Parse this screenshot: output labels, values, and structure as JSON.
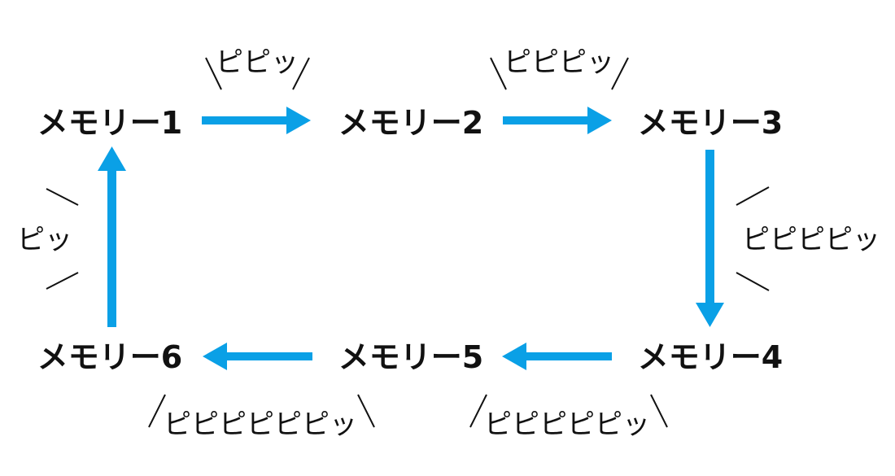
{
  "colors": {
    "arrow": "#0aa0e6",
    "text": "#111111",
    "background": "#ffffff"
  },
  "nodes": [
    "メモリー1",
    "メモリー2",
    "メモリー3",
    "メモリー4",
    "メモリー5",
    "メモリー6"
  ],
  "edges": [
    {
      "from": "メモリー1",
      "to": "メモリー2",
      "label": "ピピッ"
    },
    {
      "from": "メモリー2",
      "to": "メモリー3",
      "label": "ピピピッ"
    },
    {
      "from": "メモリー3",
      "to": "メモリー4",
      "label": "ピピピピッ"
    },
    {
      "from": "メモリー4",
      "to": "メモリー5",
      "label": "ピピピピピッ"
    },
    {
      "from": "メモリー5",
      "to": "メモリー6",
      "label": "ピピピピピピッ"
    },
    {
      "from": "メモリー6",
      "to": "メモリー1",
      "label": "ピッ"
    }
  ]
}
